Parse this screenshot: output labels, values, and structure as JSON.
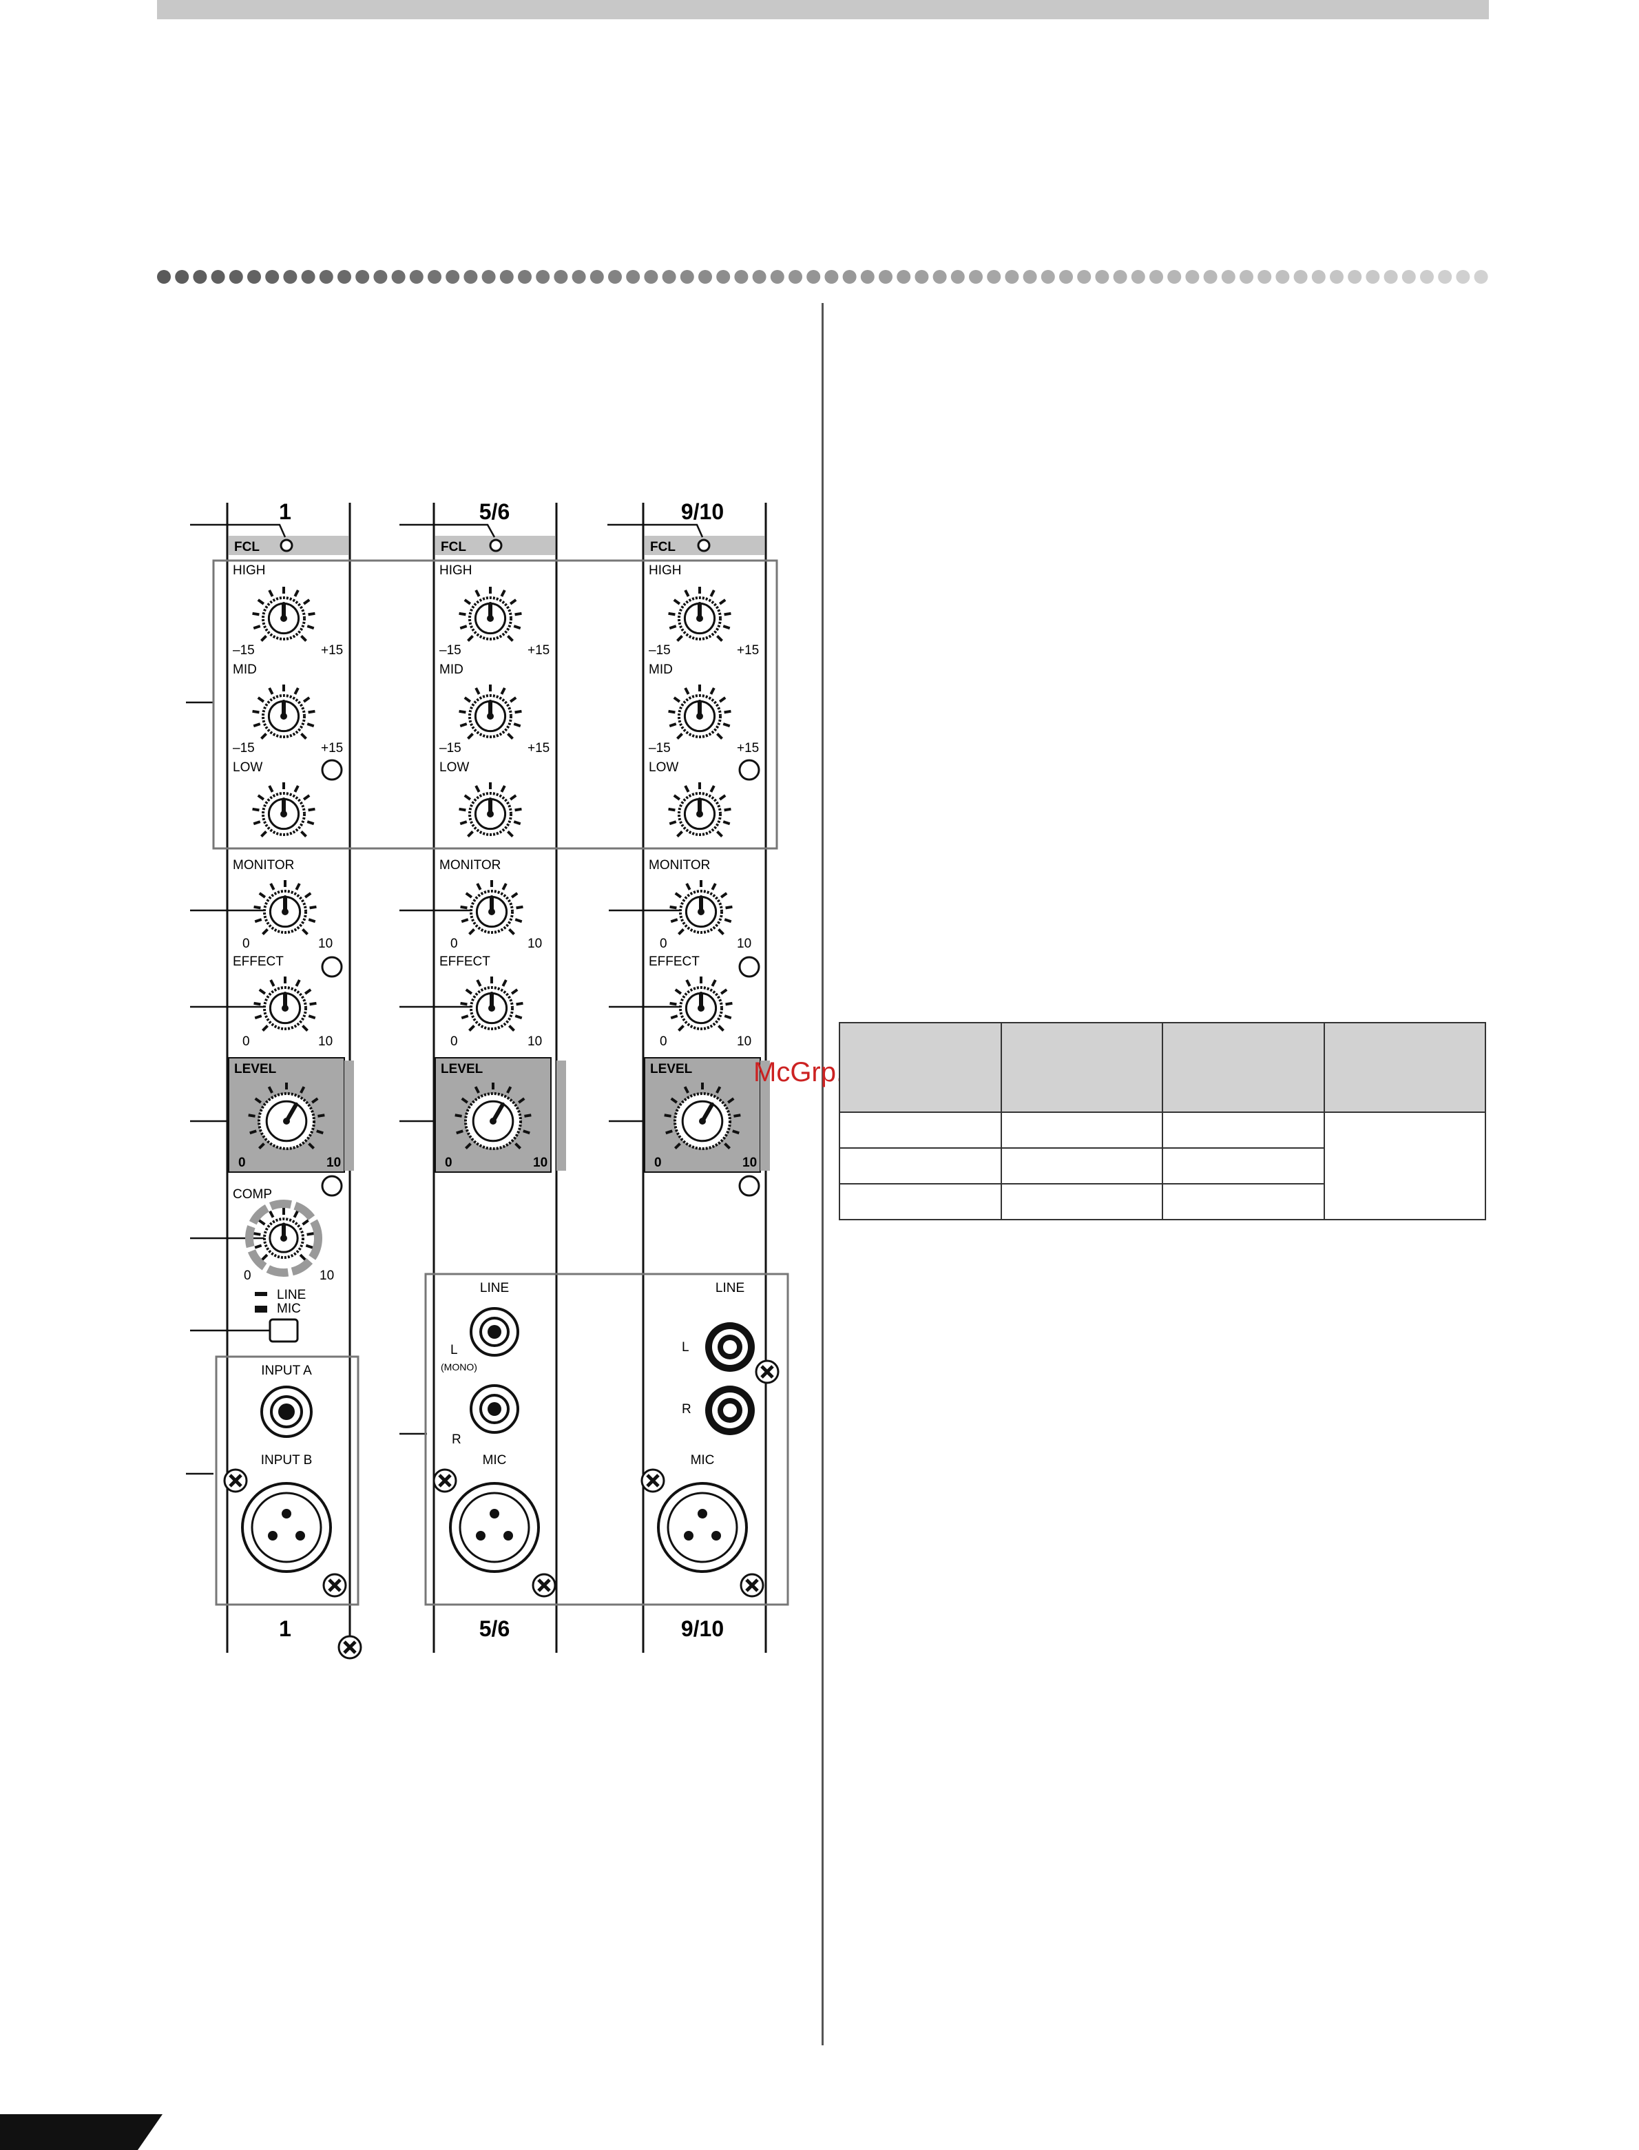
{
  "colors": {
    "panel_gray": "#c4c4c4",
    "level_gray": "#a8a8a8",
    "ink": "#111111",
    "table_header": "#d2d2d2",
    "watermark": "#cc2222"
  },
  "watermark": "McGrp.Ru",
  "channels": [
    {
      "top_label": "1",
      "bottom_label": "1",
      "type": "mono"
    },
    {
      "top_label": "5/6",
      "bottom_label": "5/6",
      "type": "stereo-jack"
    },
    {
      "top_label": "9/10",
      "bottom_label": "9/10",
      "type": "stereo-rca"
    }
  ],
  "labels": {
    "fcl": "FCL",
    "high": "HIGH",
    "mid": "MID",
    "low": "LOW",
    "eq_min": "–15",
    "eq_max": "+15",
    "monitor": "MONITOR",
    "effect": "EFFECT",
    "level": "LEVEL",
    "comp": "COMP",
    "knob_min": "0",
    "knob_max": "10",
    "line": "LINE",
    "mic": "MIC",
    "input_a": "INPUT  A",
    "input_b": "INPUT  B",
    "l": "L",
    "r": "R",
    "mono": "(MONO)"
  },
  "table": {
    "header_rows": 1,
    "body_rows": 3,
    "columns": 4
  },
  "icons": [
    "screw-icon",
    "knob-icon",
    "xlr-connector-icon",
    "jack-connector-icon",
    "rca-connector-icon",
    "led-icon"
  ]
}
